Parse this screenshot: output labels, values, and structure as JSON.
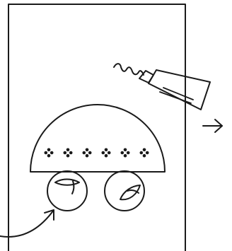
{
  "colors": {
    "ink": "#1a1a1a",
    "background": "#ffffff"
  },
  "illustration": {
    "frame": "page-frame",
    "dome": "half-dome",
    "decoration": "flower-row",
    "flower_count": 6,
    "wheels": [
      "wheel-left",
      "wheel-right"
    ],
    "tube": "glue-tube",
    "arrows": [
      "right-arrow-icon",
      "curved-arrow-icon"
    ]
  }
}
